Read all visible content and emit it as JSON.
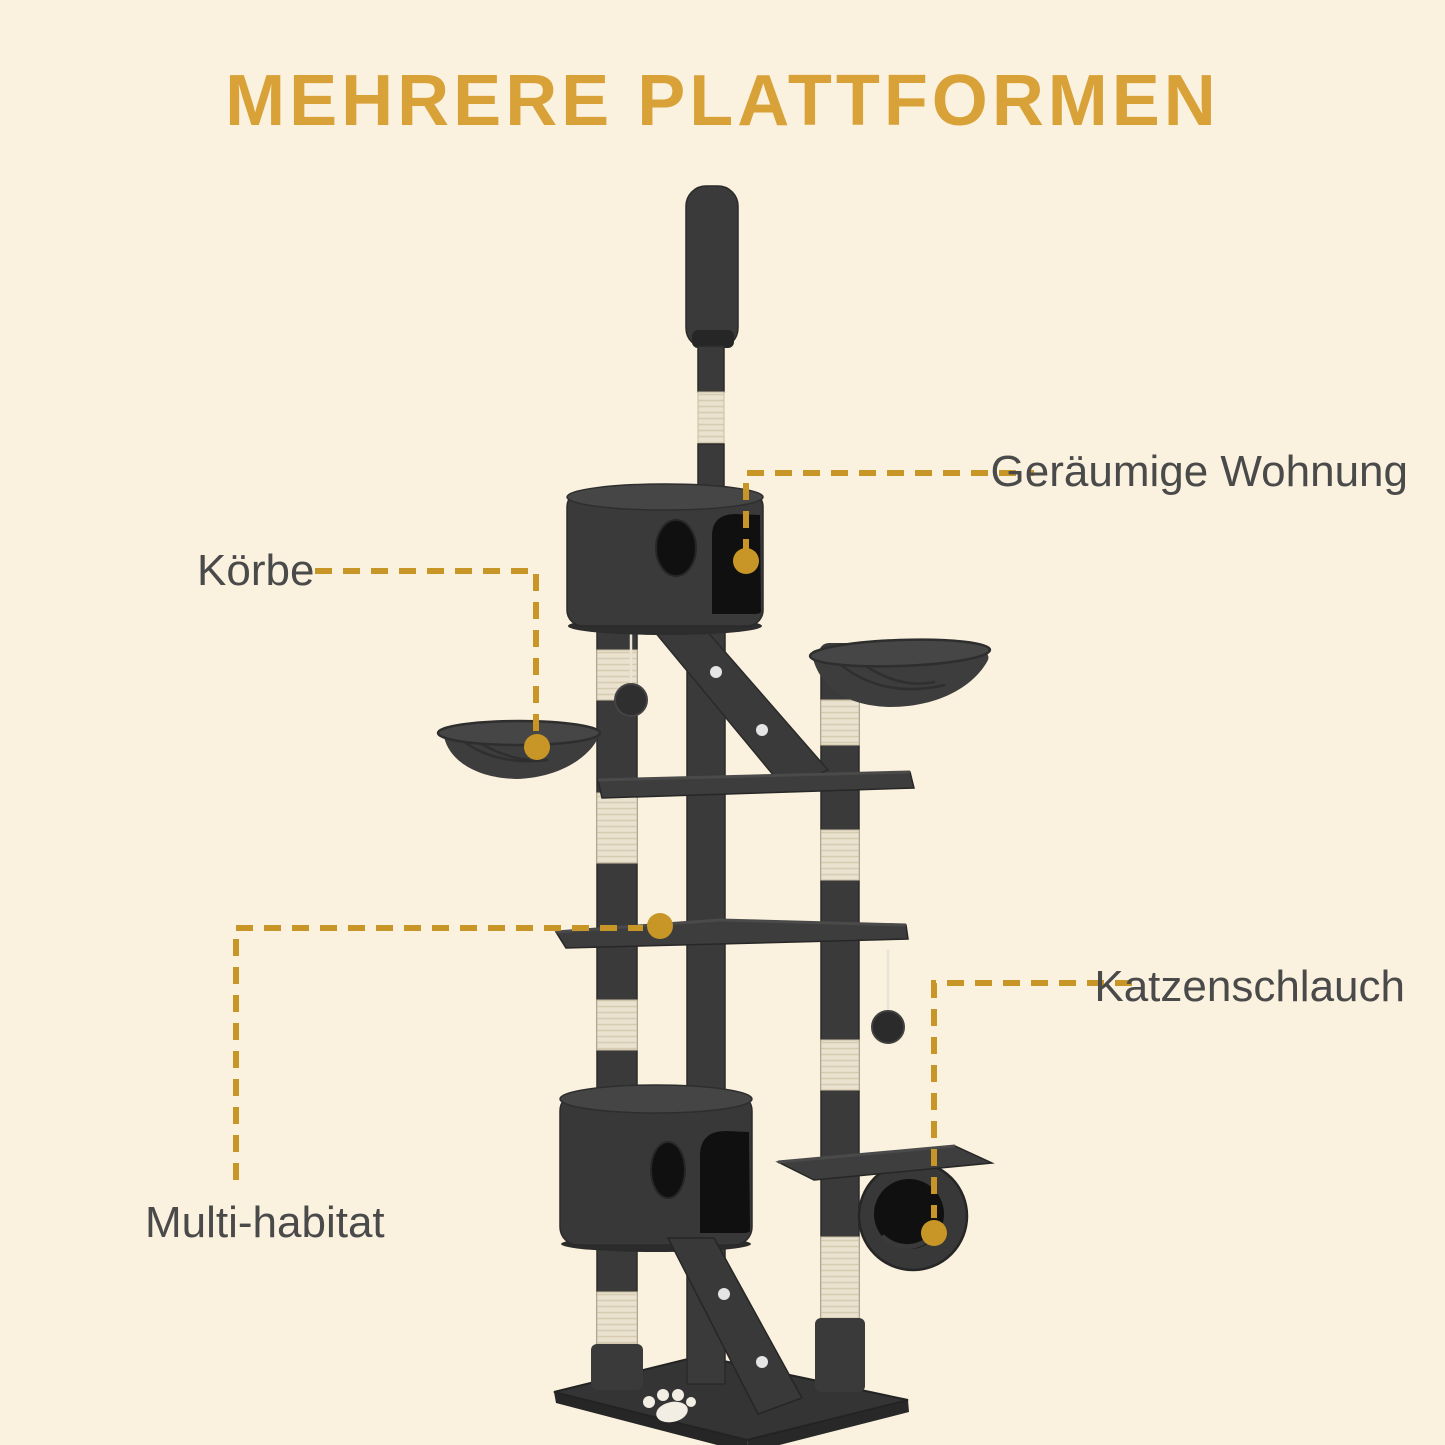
{
  "page": {
    "title": "MEHRERE PLATTFORMEN"
  },
  "colors": {
    "background": "#FAF1DE",
    "title_gold": "#D9A238",
    "line_gold": "#C79627",
    "label_ink": "#4A4A4A",
    "tree_body": "#3A3A3A",
    "tree_shadow": "#262626",
    "tree_highlight": "#474747",
    "opening": "#101010",
    "sisal": "#EAE2CF",
    "sisal_thread": "#D7CCB1",
    "screw": "#E5E5E5",
    "paw": "#F3EEE3",
    "string": "#E9E4D6"
  },
  "callouts": [
    {
      "id": "geraeumige-wohnung",
      "label": "Geräumige Wohnung"
    },
    {
      "id": "koerbe",
      "label": "Körbe"
    },
    {
      "id": "multi-habitat",
      "label": "Multi-habitat"
    },
    {
      "id": "katzenschlauch",
      "label": "Katzenschlauch"
    }
  ]
}
